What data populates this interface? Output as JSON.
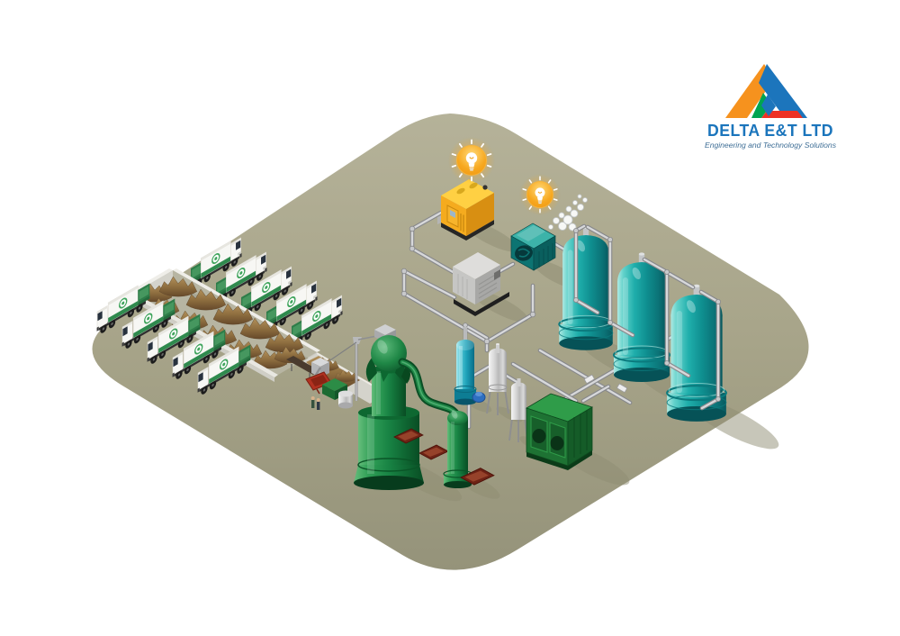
{
  "logo": {
    "title": "DELTA E&T LTD",
    "subtitle": "Engineering and Technology Solutions",
    "title_color": "#1B75BC",
    "subtitle_color": "#3E6E96",
    "triangle_colors": {
      "orange": "#F6921E",
      "blue": "#1C75BC",
      "green": "#00A551",
      "red": "#EE3124"
    }
  },
  "scene": {
    "type": "isometric waste-to-energy biogas plant illustration",
    "background_color": "#FFFFFF",
    "platform_color": "#A7A489",
    "elements": {
      "garbage_trucks": {
        "count": 10,
        "body_color": "#F6F6F3",
        "accent_color": "#2F8A4E"
      },
      "waste_pit": {
        "waste_color": "#8F6F40",
        "wall_color": "#C9C8C0"
      },
      "grab_crane": {
        "bucket_color": "#B33320"
      },
      "digester_tower": {
        "color": "#188344"
      },
      "secondary_tower": {
        "color": "#188344"
      },
      "scrubber_column": {
        "color": "#1FA3BA"
      },
      "filter_vessels": {
        "count": 2,
        "color": "#C9C9C9"
      },
      "chp_engine_unit": {
        "color": "#0D7472"
      },
      "generator_yellow": {
        "color": "#F2A61C"
      },
      "generator_gray": {
        "color": "#B0B0AE"
      },
      "gas_storage_tanks": {
        "count": 3,
        "color": "#17A7A5"
      },
      "cooling_unit": {
        "color": "#1E7233"
      },
      "light_bulb_icons": {
        "count": 2,
        "color": "#F7A81F"
      },
      "pipe_color": "#D7D8DA"
    }
  }
}
